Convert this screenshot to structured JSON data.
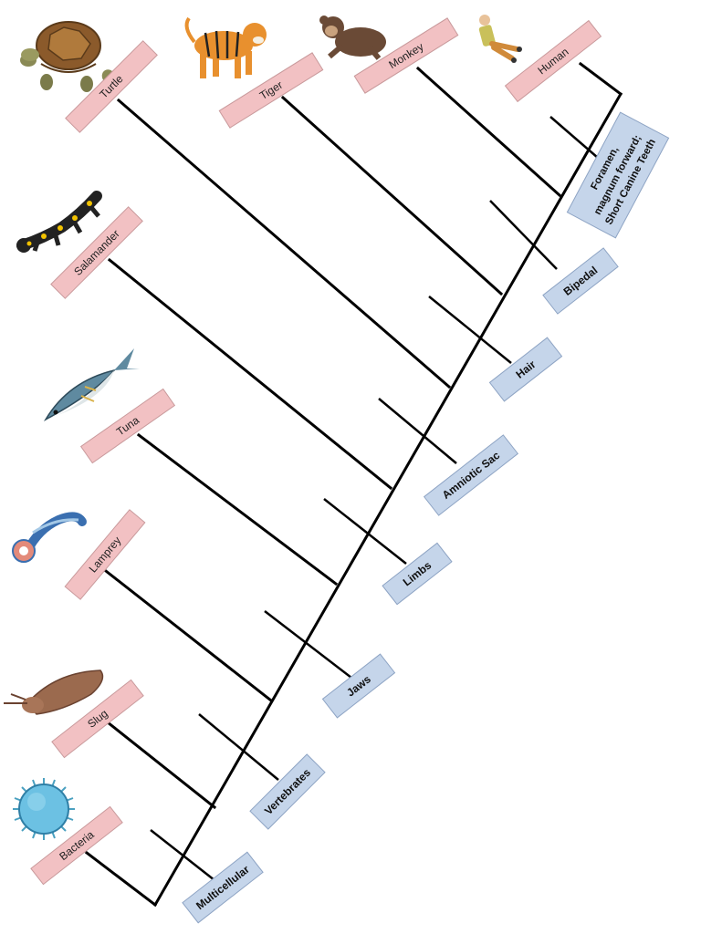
{
  "taxa": [
    {
      "id": "bacteria",
      "label": "Bacteria",
      "icon": "virus-icon"
    },
    {
      "id": "slug",
      "label": "Slug",
      "icon": "slug-icon"
    },
    {
      "id": "lamprey",
      "label": "Lamprey",
      "icon": "lamprey-icon"
    },
    {
      "id": "tuna",
      "label": "Tuna",
      "icon": "tuna-fish-icon"
    },
    {
      "id": "salamander",
      "label": "Salamander",
      "icon": "salamander-icon"
    },
    {
      "id": "turtle",
      "label": "Turtle",
      "icon": "turtle-icon"
    },
    {
      "id": "tiger",
      "label": "Tiger",
      "icon": "tiger-icon"
    },
    {
      "id": "monkey",
      "label": "Monkey",
      "icon": "monkey-icon"
    },
    {
      "id": "human",
      "label": "Human",
      "icon": "human-icon"
    }
  ],
  "traits": [
    {
      "id": "multicellular",
      "lines": [
        "Multicellular"
      ]
    },
    {
      "id": "vertebrates",
      "lines": [
        "Vertebrates"
      ]
    },
    {
      "id": "jaws",
      "lines": [
        "Jaws"
      ]
    },
    {
      "id": "limbs",
      "lines": [
        "Limbs"
      ]
    },
    {
      "id": "amniotic-sac",
      "lines": [
        "Amniotic Sac"
      ]
    },
    {
      "id": "hair",
      "lines": [
        "Hair"
      ]
    },
    {
      "id": "bipedal",
      "lines": [
        "Bipedal"
      ]
    },
    {
      "id": "foramen",
      "lines": [
        "Foramen,",
        "magnum forward;",
        "Short Canine Teeth"
      ]
    }
  ],
  "colors": {
    "taxon_box": "#f2c1c3",
    "trait_box": "#c5d5ea",
    "line": "#000000"
  }
}
